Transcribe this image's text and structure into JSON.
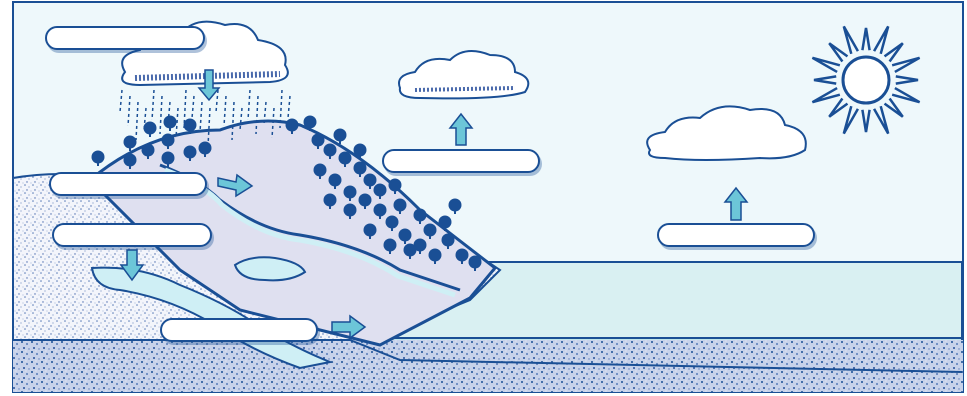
{
  "diagram": {
    "labels": [
      {
        "id": "precipitation",
        "text": ""
      },
      {
        "id": "runoff",
        "text": ""
      },
      {
        "id": "infiltration",
        "text": ""
      },
      {
        "id": "groundwater-flow",
        "text": ""
      },
      {
        "id": "transpiration",
        "text": ""
      },
      {
        "id": "evaporation",
        "text": ""
      }
    ],
    "colors": {
      "sky": "#eef8fb",
      "outline": "#1a4f95",
      "sea": "#d9f0f2",
      "sea_deep": "#bfe6ea",
      "land": "#dfe0f0",
      "ground": "#f2f4fa",
      "arrow": "#6cc6d8",
      "tree": "#1a4f95"
    },
    "icons": [
      "cloud-icon",
      "rain-icon",
      "sun-icon",
      "tree-icon",
      "arrow-icon"
    ]
  }
}
